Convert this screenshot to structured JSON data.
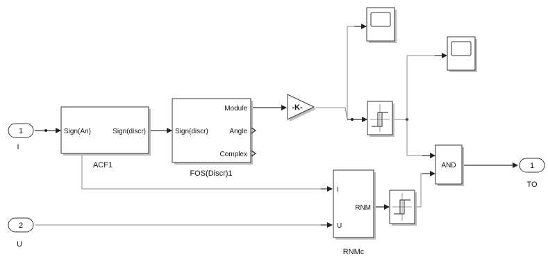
{
  "ports": {
    "in1": {
      "number": "1",
      "label": "I"
    },
    "in2": {
      "number": "2",
      "label": "U"
    },
    "out1": {
      "number": "1",
      "label": "TO"
    }
  },
  "blocks": {
    "acf": {
      "name": "ACF1",
      "inport": "Sign(An)",
      "outport": "Sign(discr)"
    },
    "fos": {
      "name": "FOS(Discr)1",
      "inport": "Sign(discr)",
      "out_module": "Module",
      "out_angle": "Angle",
      "out_complex": "Complex"
    },
    "gain": {
      "label": "-K-"
    },
    "and": {
      "label": "AND"
    },
    "rnm": {
      "name": "RNMc",
      "in_i": "I",
      "in_u": "U",
      "out": "RNM"
    }
  },
  "icons": {
    "scopes": [
      "scope-icon",
      "scope-icon"
    ],
    "relays": [
      "relay-icon",
      "relay-icon"
    ]
  }
}
